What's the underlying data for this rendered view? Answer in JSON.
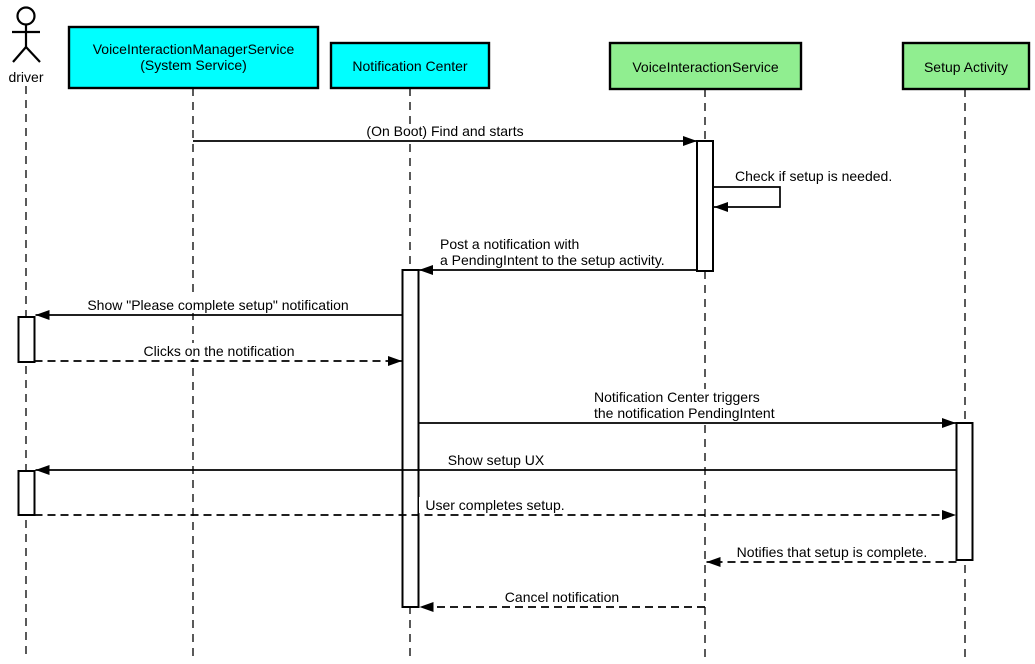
{
  "diagram": {
    "type": "uml-sequence-diagram",
    "colors": {
      "system_participant_fill": "#00FFFF",
      "app_participant_fill": "#90EE90",
      "line": "#000000",
      "background": "#FFFFFF"
    },
    "actor": {
      "label": "driver"
    },
    "participants": [
      {
        "label": "VoiceInteractionManagerService",
        "sublabel": "(System Service)",
        "fill": "#00FFFF"
      },
      {
        "label": "Notification Center",
        "fill": "#00FFFF"
      },
      {
        "label": "VoiceInteractionService",
        "fill": "#90EE90"
      },
      {
        "label": "Setup Activity",
        "fill": "#90EE90"
      }
    ],
    "messages": [
      {
        "from": "VoiceInteractionManagerService (System Service)",
        "to": "VoiceInteractionService",
        "style": "solid",
        "lines": [
          "(On Boot) Find and starts"
        ]
      },
      {
        "from": "VoiceInteractionService",
        "to": "VoiceInteractionService",
        "style": "solid-self",
        "lines": [
          "Check if setup is needed."
        ]
      },
      {
        "from": "VoiceInteractionService",
        "to": "Notification Center",
        "style": "solid",
        "lines": [
          "Post a notification with",
          "a PendingIntent to the setup activity."
        ]
      },
      {
        "from": "Notification Center",
        "to": "driver",
        "style": "solid",
        "lines": [
          "Show \"Please complete setup\" notification"
        ]
      },
      {
        "from": "driver",
        "to": "Notification Center",
        "style": "dashed",
        "lines": [
          "Clicks on the notification"
        ]
      },
      {
        "from": "Notification Center",
        "to": "Setup Activity",
        "style": "solid",
        "lines": [
          "Notification Center triggers",
          "the notification PendingIntent"
        ]
      },
      {
        "from": "Setup Activity",
        "to": "driver",
        "style": "solid",
        "lines": [
          "Show setup UX"
        ]
      },
      {
        "from": "driver",
        "to": "Setup Activity",
        "style": "dashed",
        "lines": [
          "User completes setup."
        ]
      },
      {
        "from": "Setup Activity",
        "to": "VoiceInteractionService",
        "style": "dashed",
        "lines": [
          "Notifies that setup is complete."
        ]
      },
      {
        "from": "VoiceInteractionService",
        "to": "Notification Center",
        "style": "dashed",
        "lines": [
          "Cancel notification"
        ]
      }
    ]
  }
}
